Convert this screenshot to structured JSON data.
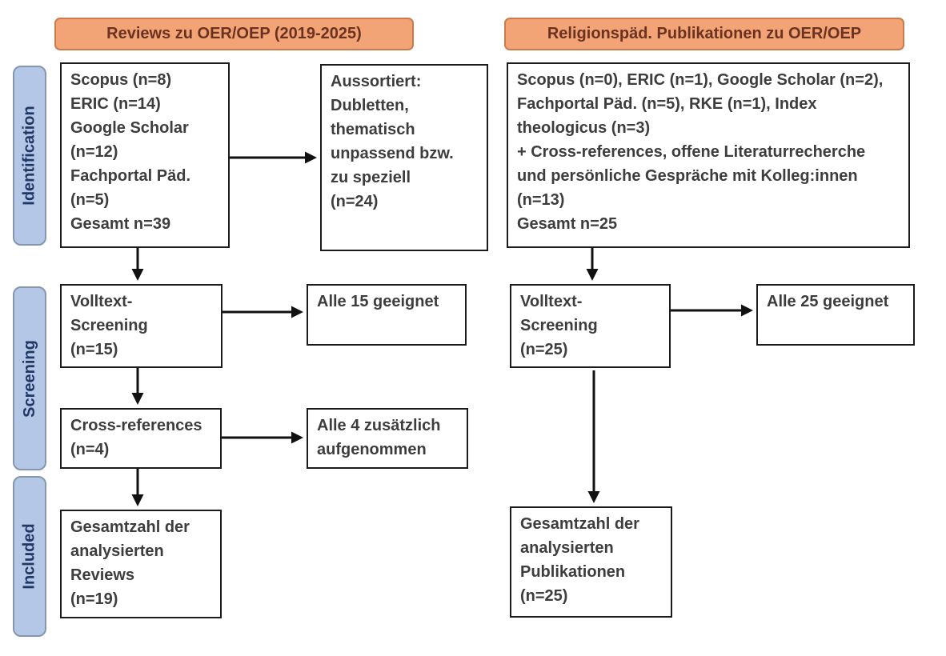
{
  "diagram": {
    "headers": {
      "left": "Reviews zu OER/OEP (2019-2025)",
      "right": "Religionspäd. Publikationen zu OER/OEP"
    },
    "stages": {
      "identification": "Identification",
      "screening": "Screening",
      "included": "Included"
    },
    "left_column": {
      "sources": "Scopus (n=8)\nERIC (n=14)\nGoogle Scholar\n(n=12)\nFachportal Päd.\n(n=5)\nGesamt n=39",
      "excluded": "Aussortiert:\nDubletten,\nthematisch\nunpassend bzw.\nzu speziell\n(n=24)",
      "fulltext_screening": "Volltext-\nScreening\n(n=15)",
      "fulltext_result": "Alle 15 geeignet",
      "crossref": "Cross-references\n(n=4)",
      "crossref_result": "Alle 4 zusätzlich\naufgenommen",
      "total": "Gesamtzahl der\nanalysierten\nReviews\n(n=19)"
    },
    "right_column": {
      "sources": "Scopus (n=0), ERIC (n=1), Google Scholar (n=2),\nFachportal Päd. (n=5), RKE (n=1), Index\ntheologicus (n=3)\n+ Cross-references, offene Literaturrecherche\nund persönliche Gespräche mit Kolleg:innen\n(n=13)\nGesamt n=25",
      "fulltext_screening": "Volltext-\nScreening\n(n=25)",
      "fulltext_result": "Alle 25 geeignet",
      "total": "Gesamtzahl der\nanalysierten\nPublikationen\n(n=25)"
    },
    "colors": {
      "header_fill": "#F2A477",
      "header_border": "#CB7B4B",
      "header_text": "#6B3221",
      "stage_fill": "#B4C7E7",
      "stage_border": "#8496B0",
      "stage_text": "#1F3864",
      "box_border": "#1B1B1B",
      "box_text": "#3D3D3D",
      "arrow": "#111111"
    }
  }
}
